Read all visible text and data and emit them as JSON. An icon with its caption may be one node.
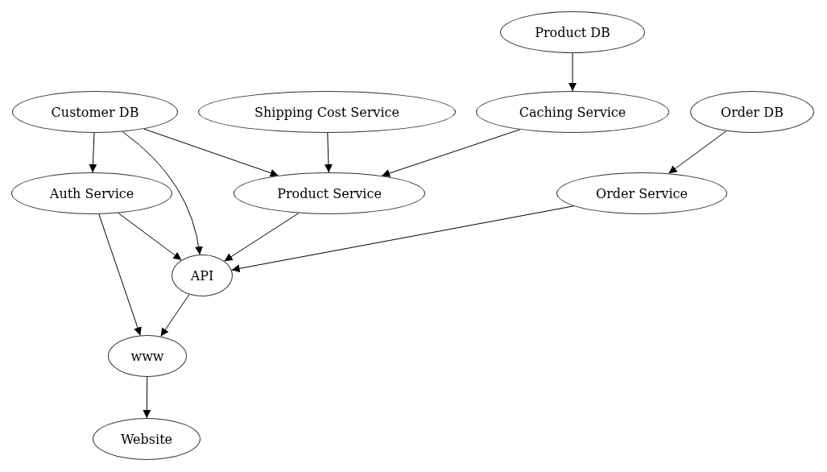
{
  "diagram": {
    "nodes": [
      {
        "text": [
          "Product DB"
        ]
      },
      {
        "text": [
          "Customer DB"
        ]
      },
      {
        "text": [
          "Shipping Cost Service"
        ]
      },
      {
        "text": [
          "Caching Service"
        ]
      },
      {
        "text": [
          "Order DB"
        ]
      },
      {
        "text": [
          "Auth Service"
        ]
      },
      {
        "text": [
          "Product Service"
        ]
      },
      {
        "text": [
          "Order Service"
        ]
      },
      {
        "text": [
          "API"
        ]
      },
      {
        "text": [
          "www"
        ]
      },
      {
        "text": [
          "Website"
        ]
      }
    ],
    "edges": [
      {
        "from": 0,
        "to": 3,
        "arrow": "to"
      },
      {
        "from": 1,
        "to": 5,
        "arrow": "to"
      },
      {
        "from": 1,
        "to": 6,
        "arrow": "to"
      },
      {
        "from": 1,
        "to": 8,
        "arrow": "to"
      },
      {
        "from": 2,
        "to": 6,
        "arrow": "to"
      },
      {
        "from": 3,
        "to": 6,
        "arrow": "to"
      },
      {
        "from": 4,
        "to": 7,
        "arrow": "to"
      },
      {
        "from": 5,
        "to": 8,
        "arrow": "to"
      },
      {
        "from": 5,
        "to": 9,
        "arrow": "to"
      },
      {
        "from": 6,
        "to": 8,
        "arrow": "to"
      },
      {
        "from": 7,
        "to": 8,
        "arrow": "to"
      },
      {
        "from": 8,
        "to": 9,
        "arrow": "to"
      },
      {
        "from": 9,
        "to": 10,
        "arrow": "to"
      }
    ]
  }
}
